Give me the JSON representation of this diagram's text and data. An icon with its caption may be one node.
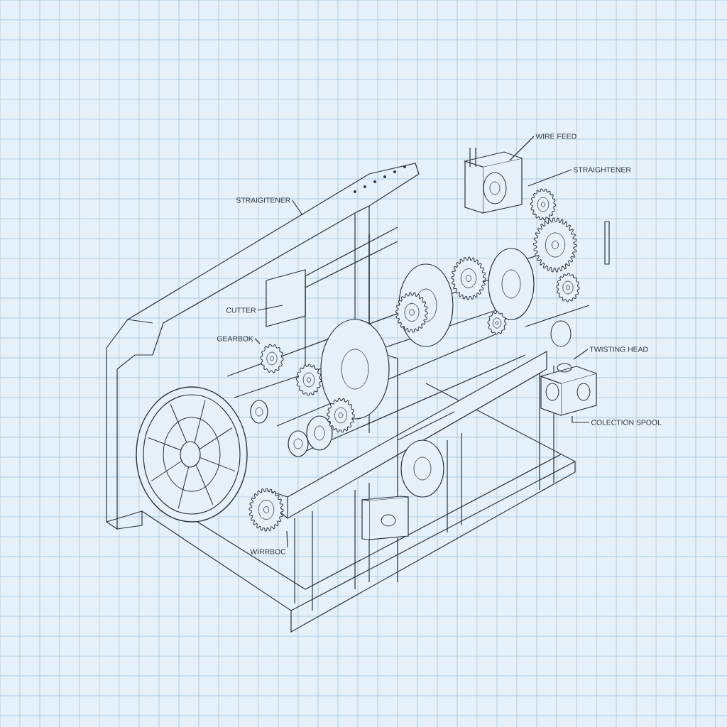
{
  "diagram": {
    "nodes": [
      {
        "text": [
          "WIRE FEED"
        ]
      },
      {
        "text": [
          "STRAIGHTENER"
        ]
      },
      {
        "text": [
          "STRAIGITENER"
        ]
      },
      {
        "text": [
          "CUTTER"
        ]
      },
      {
        "text": [
          "GEARBOK"
        ]
      },
      {
        "text": [
          "TWISTING HEAD"
        ]
      },
      {
        "text": [
          "COLECTION SPOOL"
        ]
      },
      {
        "text": [
          "WIRRBOC"
        ]
      }
    ],
    "edges": [
      {
        "from": 0,
        "to": null,
        "arrow": "none"
      },
      {
        "from": 1,
        "to": null,
        "arrow": "none"
      },
      {
        "from": 2,
        "to": null,
        "arrow": "none"
      },
      {
        "from": 3,
        "to": null,
        "arrow": "none"
      },
      {
        "from": 4,
        "to": null,
        "arrow": "none"
      },
      {
        "from": 5,
        "to": null,
        "arrow": "none"
      },
      {
        "from": 6,
        "to": null,
        "arrow": "none"
      },
      {
        "from": 7,
        "to": null,
        "arrow": "none"
      }
    ]
  }
}
